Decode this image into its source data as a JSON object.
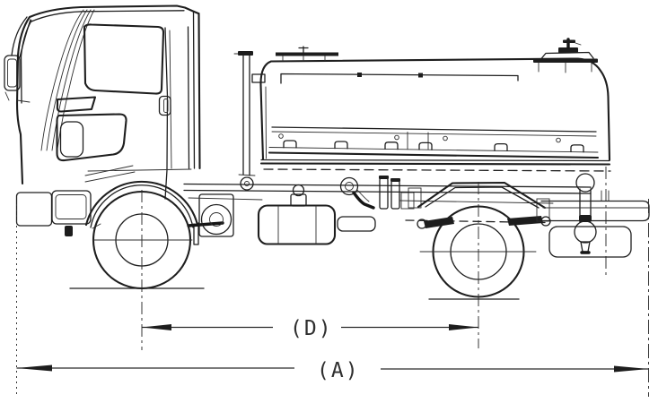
{
  "drawing": {
    "subject": "tanker truck side-view technical line drawing",
    "style": "black line art blueprint on white",
    "line_color": "#1e1e1e",
    "background": "#ffffff",
    "labels": {
      "wheelbase": "(D)",
      "overall_length": "(A)"
    }
  }
}
